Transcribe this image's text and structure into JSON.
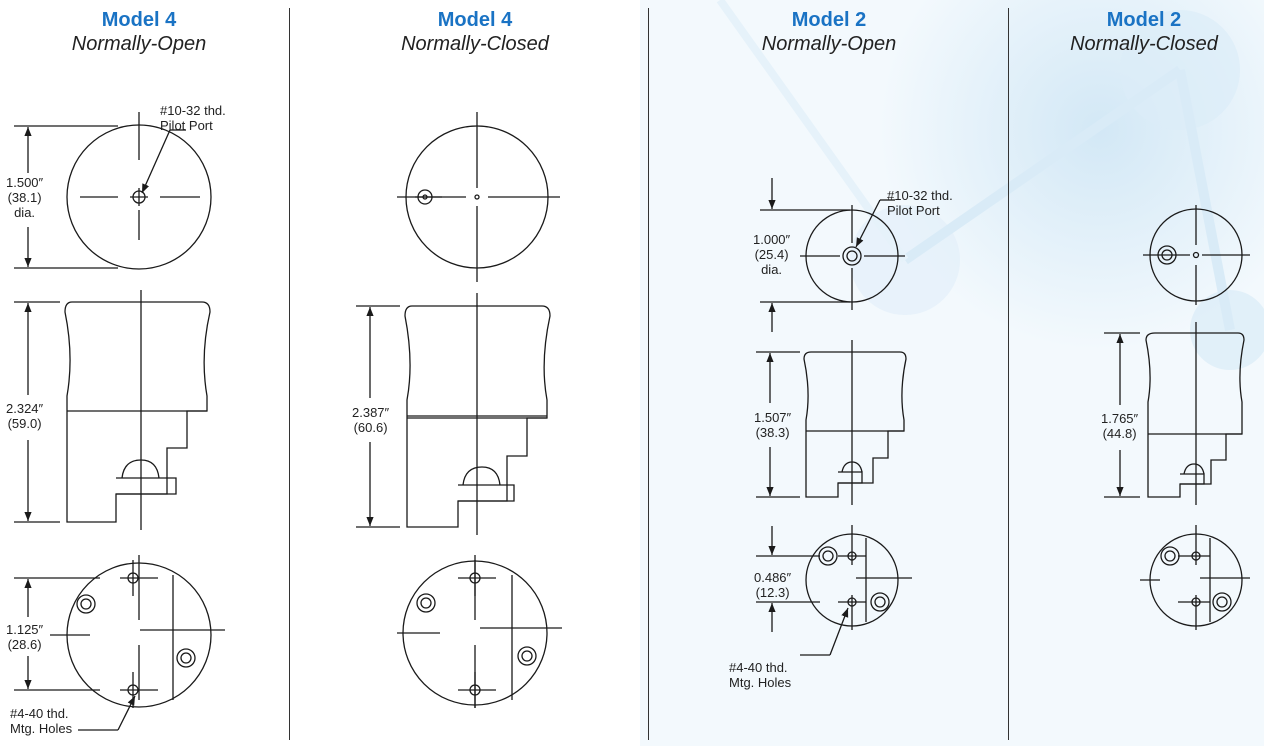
{
  "colors": {
    "heading": "#1a73c4",
    "line": "#1a1a1a",
    "background_accent": "#cfe6f5"
  },
  "columns": [
    {
      "model": "Model 4",
      "type": "Normally-Open",
      "labels": {
        "pilot_port": "#10-32 thd.\nPilot Port",
        "top_dim": "1.500″\n(38.1)\ndia.",
        "height_dim": "2.324″\n(59.0)",
        "holes_dim": "1.125″\n(28.6)",
        "mtg_holes": "#4-40 thd.\nMtg. Holes"
      }
    },
    {
      "model": "Model 4",
      "type": "Normally-Closed",
      "labels": {
        "height_dim": "2.387″\n(60.6)"
      }
    },
    {
      "model": "Model 2",
      "type": "Normally-Open",
      "labels": {
        "pilot_port": "#10-32 thd.\nPilot Port",
        "top_dim": "1.000″\n(25.4)\ndia.",
        "height_dim": "1.507″\n(38.3)",
        "holes_dim": "0.486″\n(12.3)",
        "mtg_holes": "#4-40 thd.\nMtg. Holes"
      }
    },
    {
      "model": "Model 2",
      "type": "Normally-Closed",
      "labels": {
        "height_dim": "1.765″\n(44.8)"
      }
    }
  ]
}
